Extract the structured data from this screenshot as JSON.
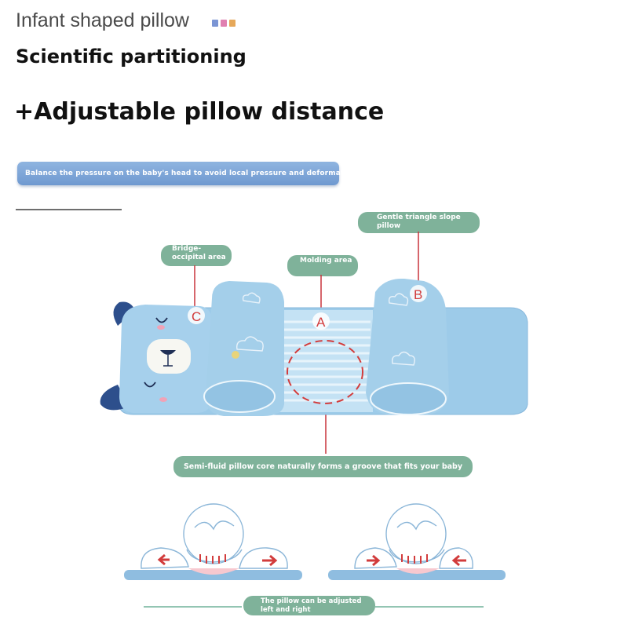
{
  "header": {
    "title": "Infant shaped pillow",
    "subtitle": "Scientific partitioning",
    "headline": "+Adjustable pillow distance",
    "swatch_colors": [
      "#7b95d4",
      "#e07fb0",
      "#e6a85a"
    ]
  },
  "banner": {
    "text": "Balance the pressure on the baby's head to avoid local pressure and deformation"
  },
  "callouts": {
    "b": {
      "label": "Gentle triangle slope pillow",
      "marker": "B"
    },
    "c": {
      "label": "Bridge-occipital area",
      "marker": "C"
    },
    "a": {
      "label": "Molding area",
      "marker": "A"
    },
    "groove": {
      "label": "Semi-fluid pillow core naturally forms a groove that fits your baby"
    }
  },
  "bottom": {
    "caption": "The pillow can be adjusted left and right"
  },
  "colors": {
    "tag_green": "#7fb29a",
    "pillow_blue": "#a9d2ec",
    "navy": "#2d4f8c",
    "marker_red": "#d23c3c"
  },
  "icons": [
    "bear-face-icon",
    "cloud-icon",
    "arrow-right-icon",
    "arrow-left-icon"
  ]
}
